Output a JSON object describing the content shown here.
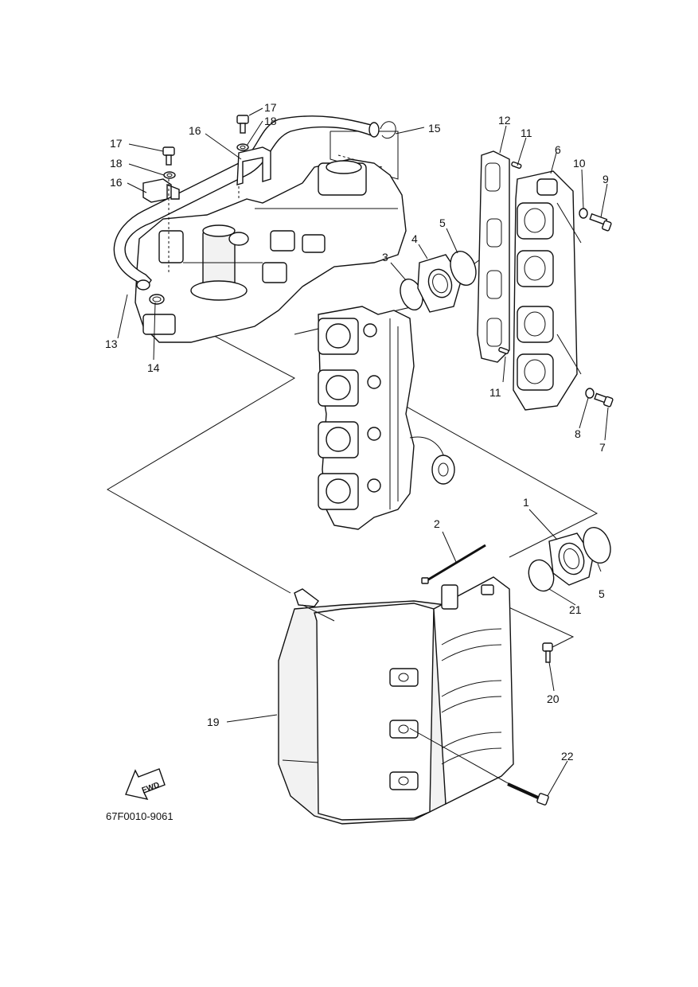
{
  "diagram": {
    "figure_code": "67F0010-9061",
    "forward_arrow_label": "FWD",
    "accent_color": "#111111",
    "callouts": [
      {
        "id": "c1",
        "label": "1"
      },
      {
        "id": "c2",
        "label": "2"
      },
      {
        "id": "c3",
        "label": "3"
      },
      {
        "id": "c4",
        "label": "4"
      },
      {
        "id": "c5a",
        "label": "5"
      },
      {
        "id": "c5b",
        "label": "5"
      },
      {
        "id": "c6",
        "label": "6"
      },
      {
        "id": "c7",
        "label": "7"
      },
      {
        "id": "c8",
        "label": "8"
      },
      {
        "id": "c9",
        "label": "9"
      },
      {
        "id": "c10",
        "label": "10"
      },
      {
        "id": "c11a",
        "label": "11"
      },
      {
        "id": "c11b",
        "label": "11"
      },
      {
        "id": "c12",
        "label": "12"
      },
      {
        "id": "c13",
        "label": "13"
      },
      {
        "id": "c14",
        "label": "14"
      },
      {
        "id": "c15",
        "label": "15"
      },
      {
        "id": "c16a",
        "label": "16"
      },
      {
        "id": "c16b",
        "label": "16"
      },
      {
        "id": "c17a",
        "label": "17"
      },
      {
        "id": "c17b",
        "label": "17"
      },
      {
        "id": "c18a",
        "label": "18"
      },
      {
        "id": "c18b",
        "label": "18"
      },
      {
        "id": "c19",
        "label": "19"
      },
      {
        "id": "c20",
        "label": "20"
      },
      {
        "id": "c21",
        "label": "21"
      },
      {
        "id": "c22",
        "label": "22"
      }
    ]
  }
}
